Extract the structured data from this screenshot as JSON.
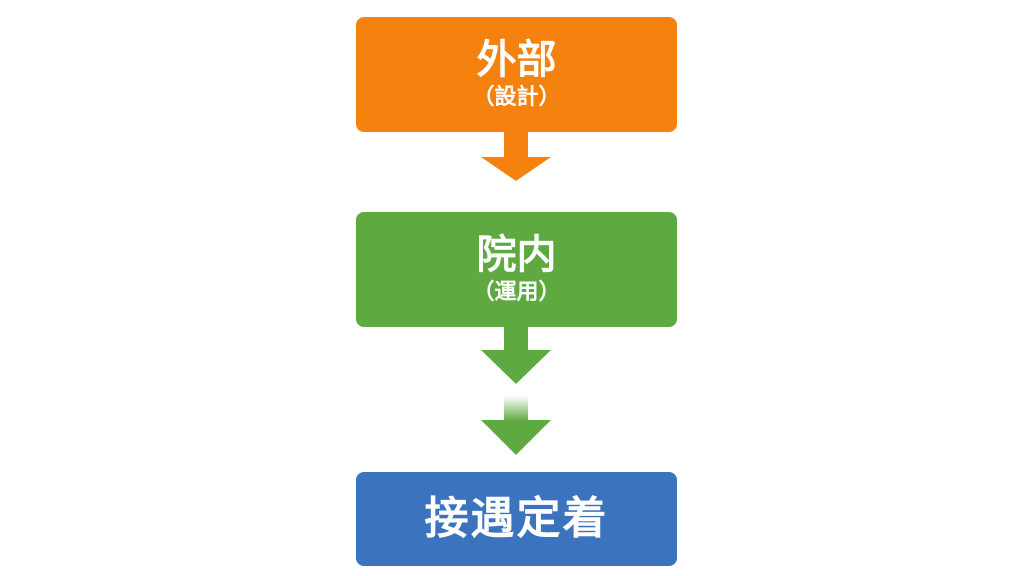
{
  "steps": [
    {
      "title": "外部",
      "subtitle": "（設計）",
      "color": "#f5820f"
    },
    {
      "title": "院内",
      "subtitle": "（運用）",
      "color": "#5ea940"
    },
    {
      "title": "接遇定着",
      "color": "#3b73bf"
    }
  ]
}
